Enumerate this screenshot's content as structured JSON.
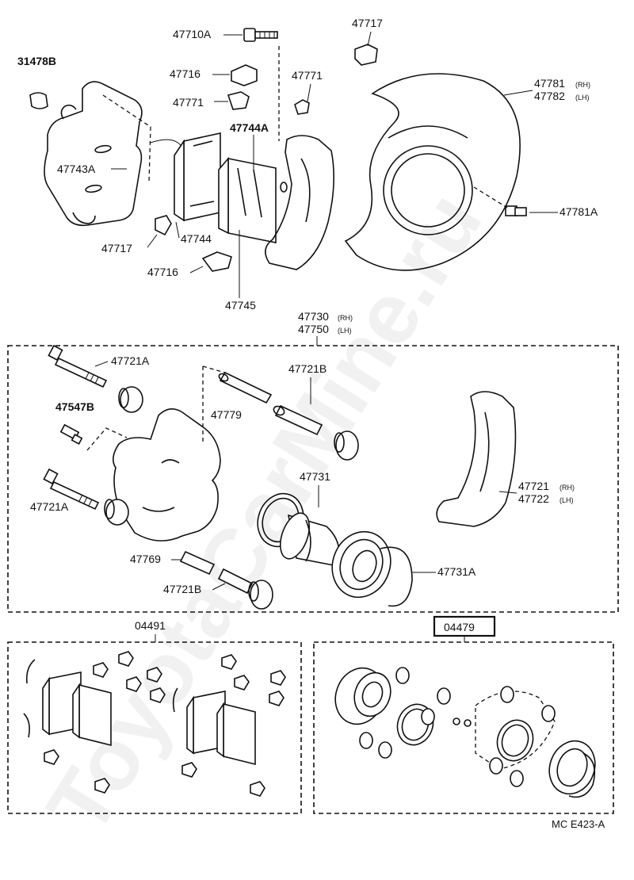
{
  "watermark": "ToyotaCarMine.ru",
  "parts": {
    "p31478B": "31478B",
    "p47710A": "47710A",
    "p47716_top": "47716",
    "p47771_left": "47771",
    "p47771_right": "47771",
    "p47717_top": "47717",
    "p47744A": "47744A",
    "p47743A": "47743A",
    "p47744": "47744",
    "p47717_mid": "47717",
    "p47716_mid": "47716",
    "p47745": "47745",
    "p47781": "47781",
    "p47781_rh": "(RH)",
    "p47782": "47782",
    "p47782_lh": "(LH)",
    "p47781A": "47781A",
    "p47730": "47730",
    "p47730_rh": "(RH)",
    "p47750": "47750",
    "p47750_lh": "(LH)",
    "p47721A_top": "47721A",
    "p47721B_top": "47721B",
    "p47547B": "47547B",
    "p47779": "47779",
    "p47731": "47731",
    "p47721A_bot": "47721A",
    "p47769": "47769",
    "p47721B_bot": "47721B",
    "p47731A": "47731A",
    "p47721": "47721",
    "p47721_rh": "(RH)",
    "p47722": "47722",
    "p47722_lh": "(LH)",
    "p04491": "04491",
    "p04479": "04479"
  },
  "reference": "MC E423-A"
}
